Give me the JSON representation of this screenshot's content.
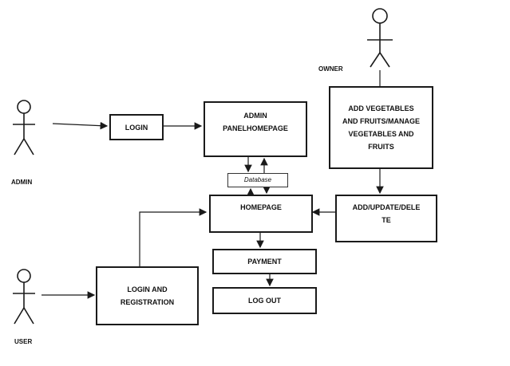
{
  "actors": {
    "owner": "OWNER",
    "admin": "ADMIN",
    "user": "USER"
  },
  "boxes": {
    "login": "LOGIN",
    "admin_panel": "ADMIN PANELHOMEPAGE",
    "add_vegetables": "ADD VEGETABLES AND FRUITS/MANAGE VEGETABLES AND FRUITS",
    "database": "Database",
    "homepage": "HOMEPAGE",
    "add_update_delete": "ADD/UPDATE/DELETE",
    "payment": "PAYMENT",
    "log_out": "LOG OUT",
    "login_registration": "LOGIN AND REGISTRATION"
  },
  "colors": {
    "stroke": "#1a1a1a",
    "background": "#ffffff"
  }
}
